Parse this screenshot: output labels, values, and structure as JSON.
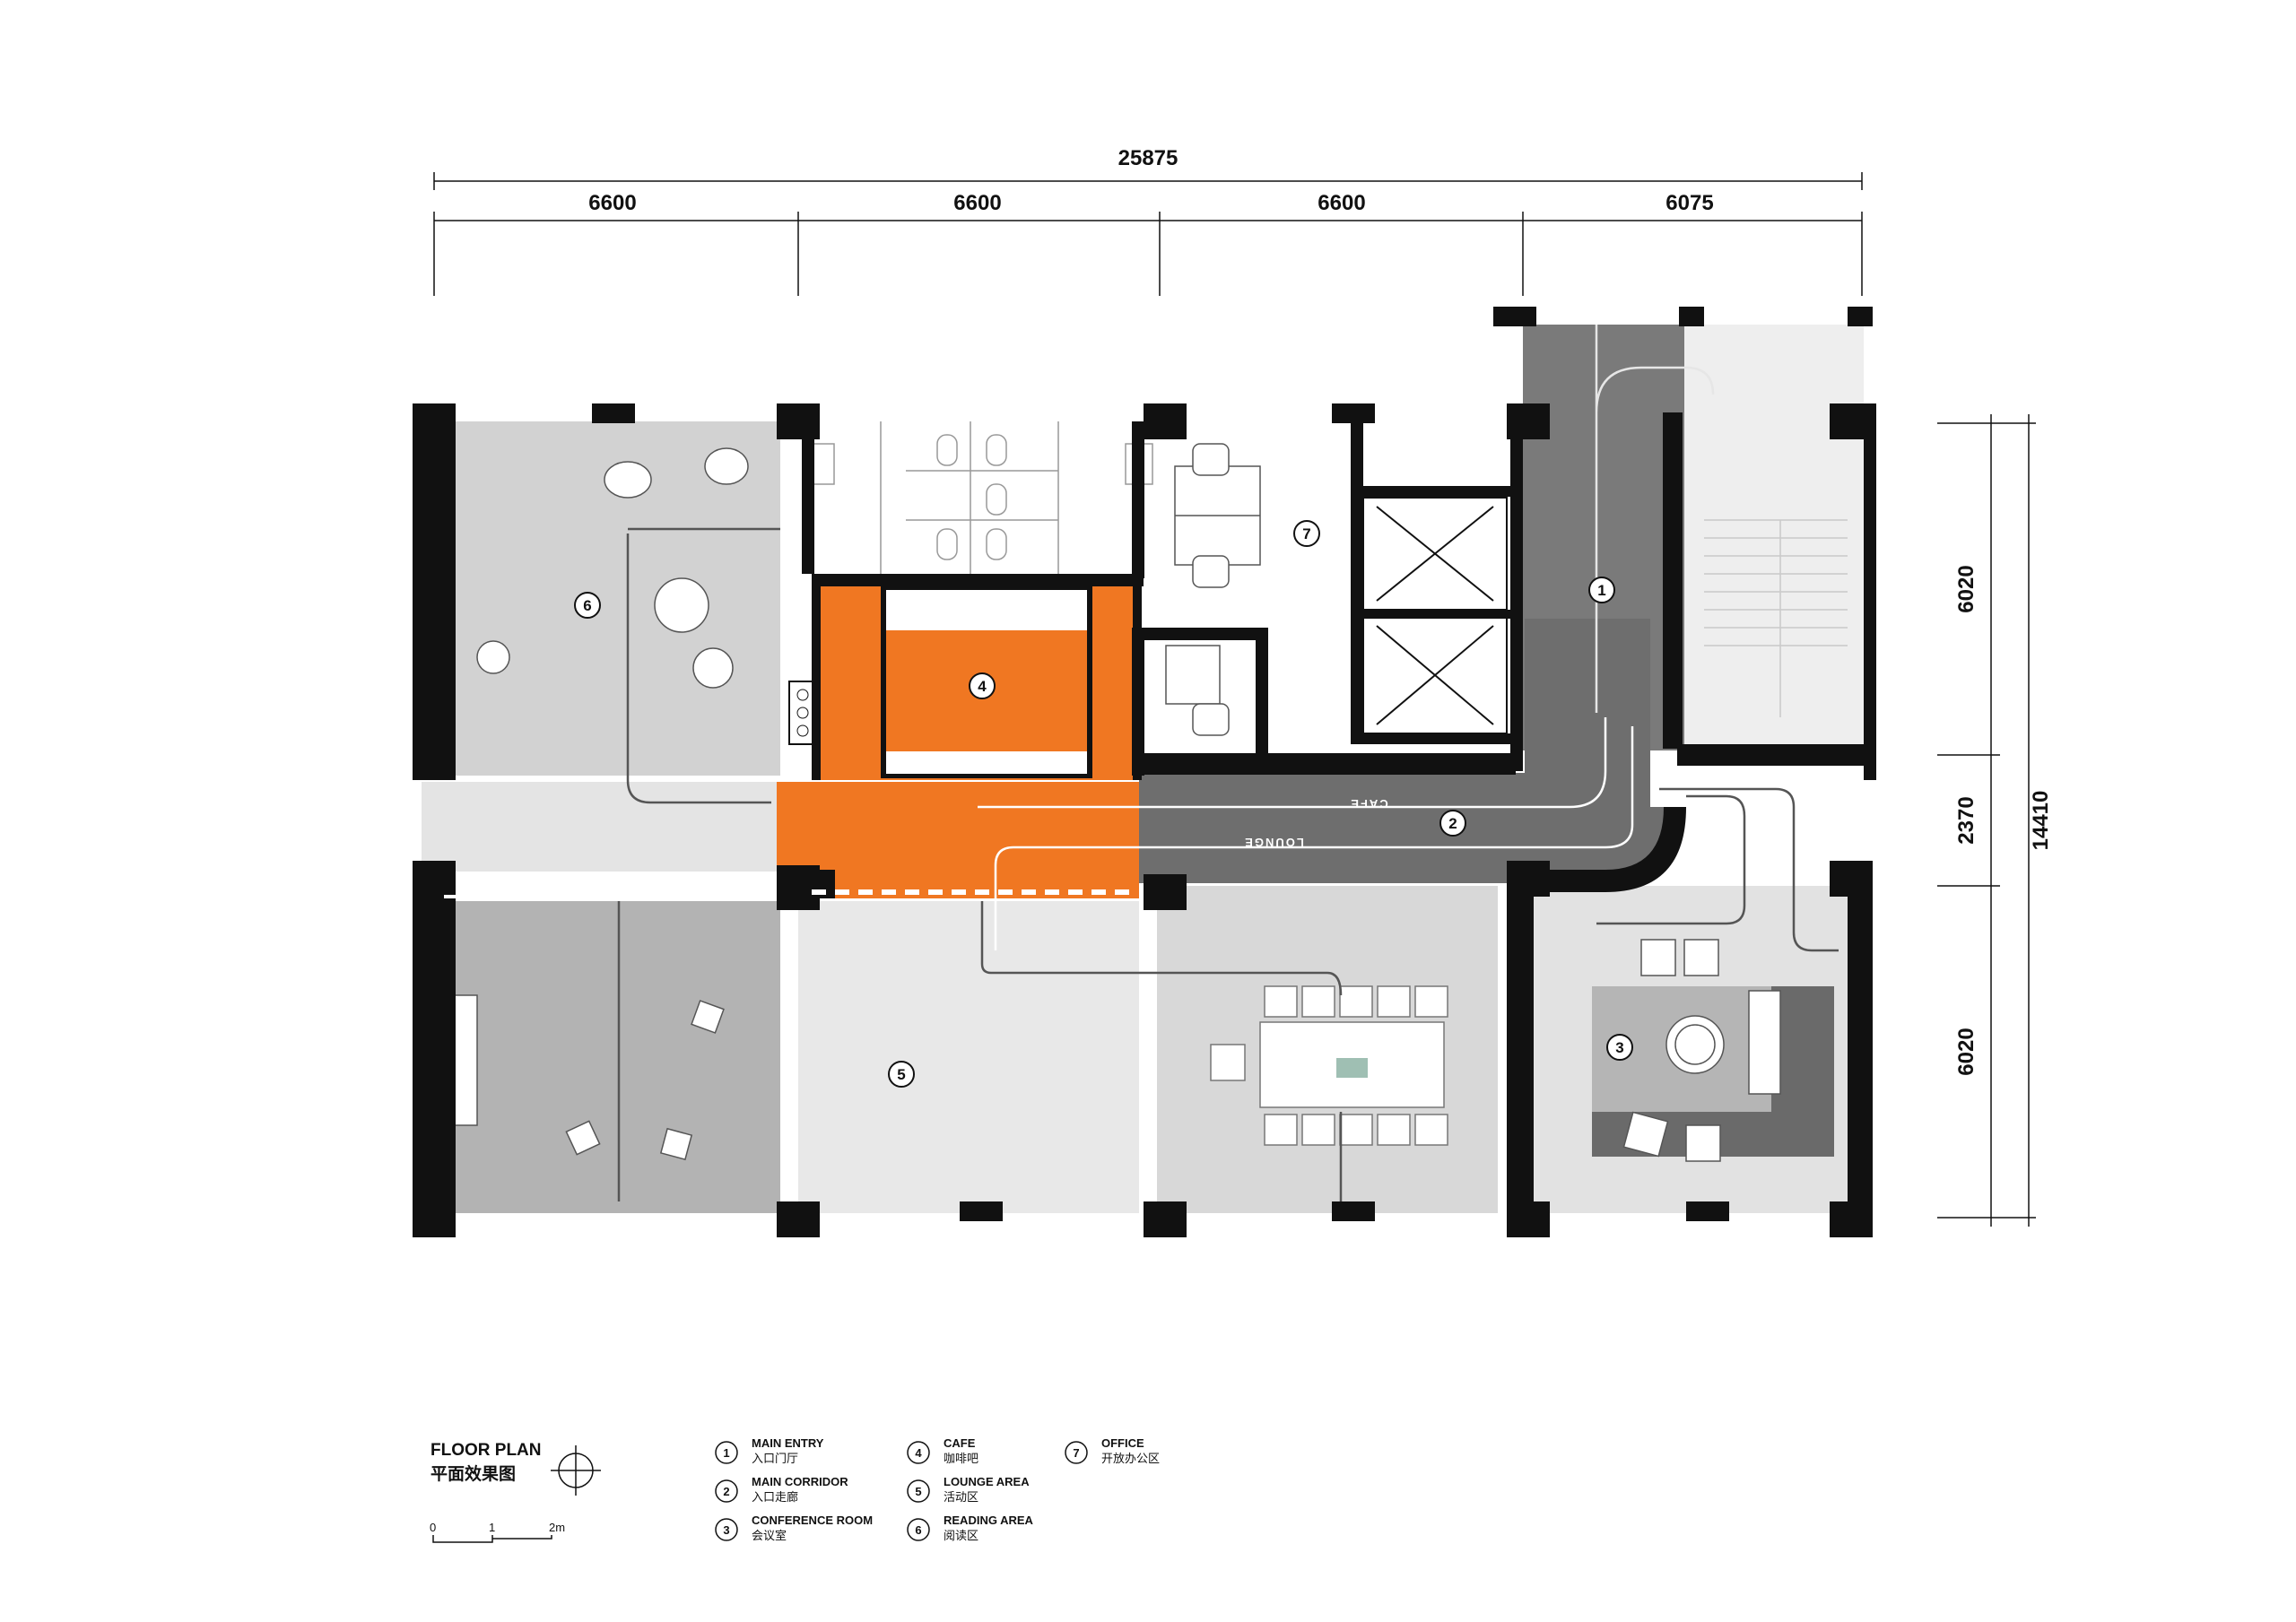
{
  "dimensions": {
    "total_width": "25875",
    "bays": [
      "6600",
      "6600",
      "6600",
      "6075"
    ],
    "right_sections": [
      "6020",
      "2370",
      "6020"
    ],
    "total_depth": "14410"
  },
  "rooms": [
    {
      "id": "1",
      "label": "1"
    },
    {
      "id": "2",
      "label": "2"
    },
    {
      "id": "3",
      "label": "3"
    },
    {
      "id": "4",
      "label": "4"
    },
    {
      "id": "5",
      "label": "5"
    },
    {
      "id": "6",
      "label": "6"
    },
    {
      "id": "7",
      "label": "7"
    }
  ],
  "corridor_labels": {
    "cafe": "CAFE",
    "lounge": "LOUNGE"
  },
  "plan_title": {
    "en": "FLOOR PLAN",
    "zh": "平面效果图"
  },
  "scale": {
    "t0": "0",
    "t1": "1",
    "t2": "2m"
  },
  "legend": [
    {
      "num": "1",
      "en": "MAIN ENTRY",
      "zh": "入口门厅"
    },
    {
      "num": "2",
      "en": "MAIN CORRIDOR",
      "zh": "入口走廊"
    },
    {
      "num": "3",
      "en": "CONFERENCE ROOM",
      "zh": "会议室"
    },
    {
      "num": "4",
      "en": "CAFE",
      "zh": "咖啡吧"
    },
    {
      "num": "5",
      "en": "LOUNGE AREA",
      "zh": "活动区"
    },
    {
      "num": "6",
      "en": "READING AREA",
      "zh": "阅读区"
    },
    {
      "num": "7",
      "en": "OFFICE",
      "zh": "开放办公区"
    }
  ],
  "colors": {
    "accent_orange": "#f07722",
    "corridor_gray": "#6e6e6e",
    "wall": "#111111",
    "reading_area": "#d2d2d2",
    "lounge_left": "#b3b3b3",
    "lounge_mid": "#e8e8e8",
    "conference": "#d8d8d8"
  }
}
